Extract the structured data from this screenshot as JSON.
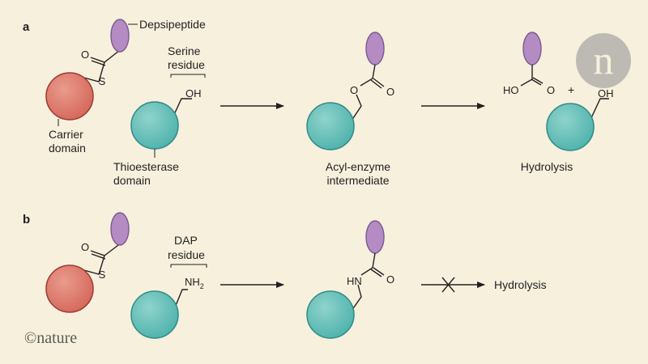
{
  "panel_a": {
    "letter": "a",
    "depsipeptide": "Depsipeptide",
    "carrier_1": "Carrier",
    "carrier_2": "domain",
    "serine_1": "Serine",
    "serine_2": "residue",
    "thioesterase_1": "Thioesterase",
    "thioesterase_2": "domain",
    "intermediate_1": "Acyl-enzyme",
    "intermediate_2": "intermediate",
    "plus": "+",
    "hydrolysis": "Hydrolysis"
  },
  "panel_b": {
    "letter": "b",
    "dap_1": "DAP",
    "dap_2": "residue",
    "hydrolysis": "Hydrolysis"
  },
  "atoms": {
    "O": "O",
    "S": "S",
    "OH": "OH",
    "HO": "HO",
    "HN": "HN",
    "NH": "NH",
    "sub2": "2"
  },
  "logo": {
    "text": "n"
  },
  "footer": {
    "copyright": "©nature"
  },
  "colors": {
    "background": "#f6f0dd",
    "carrier_domain": "#d4675b",
    "thioesterase_domain": "#4fb2ac",
    "depsipeptide": "#b58bc4",
    "logo": "#bdbab3"
  }
}
